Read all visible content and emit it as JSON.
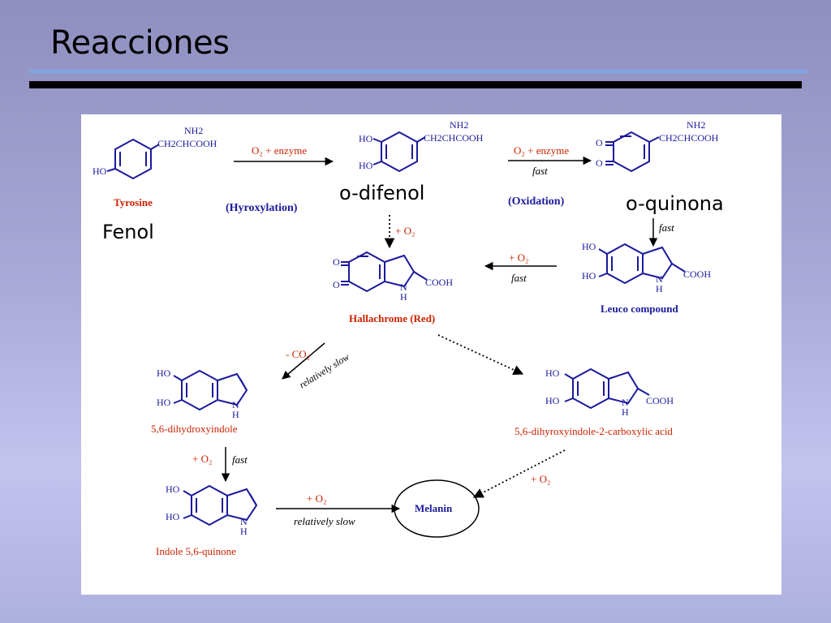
{
  "slide": {
    "title": "Reacciones",
    "accent_color": "#7fa6e6",
    "bar_color": "#000000"
  },
  "annotations": {
    "fenol": "Fenol",
    "odifenol": "o-difenol",
    "oquinona": "o-quinona"
  },
  "compounds": {
    "tyrosine": "Tyrosine",
    "hallachrome": "Hallachrome (Red)",
    "leuco": "Leuco compound",
    "dhi": "5,6-dihydroxyindole",
    "dhica": "5,6-dihyroxyindole-2-carboxylic acid",
    "quinone": "Indole 5,6-quinone",
    "melanin": "Melanin"
  },
  "groups": {
    "nh2": "NH2",
    "side_chain": "CH2CHCOOH",
    "ho": "HO",
    "o": "O",
    "n": "N",
    "h": "H",
    "cooh": "COOH"
  },
  "reactions": {
    "r1_reagent": "O₂ + enzyme",
    "r1_name": "(Hyroxylation)",
    "r2_reagent": "O₂ + enzyme",
    "r2_cond": "fast",
    "r2_name": "(Oxidation)",
    "r3_cond": "fast",
    "r4_reagent": "+ O₂",
    "r4_cond": "fast",
    "r5_reagent": "+ O₂",
    "r6_reagent": "- CO₂",
    "r6_cond": "relatively slow",
    "r7_reagent": "+ O₂",
    "r7_cond": "fast",
    "r8_reagent": "+ O₂",
    "r8_cond": "relatively slow",
    "r9_reagent": "+ O₂"
  },
  "colors": {
    "structure": "#1a1a9c",
    "compound_name": "#cc2200",
    "arrow": "#000000"
  }
}
